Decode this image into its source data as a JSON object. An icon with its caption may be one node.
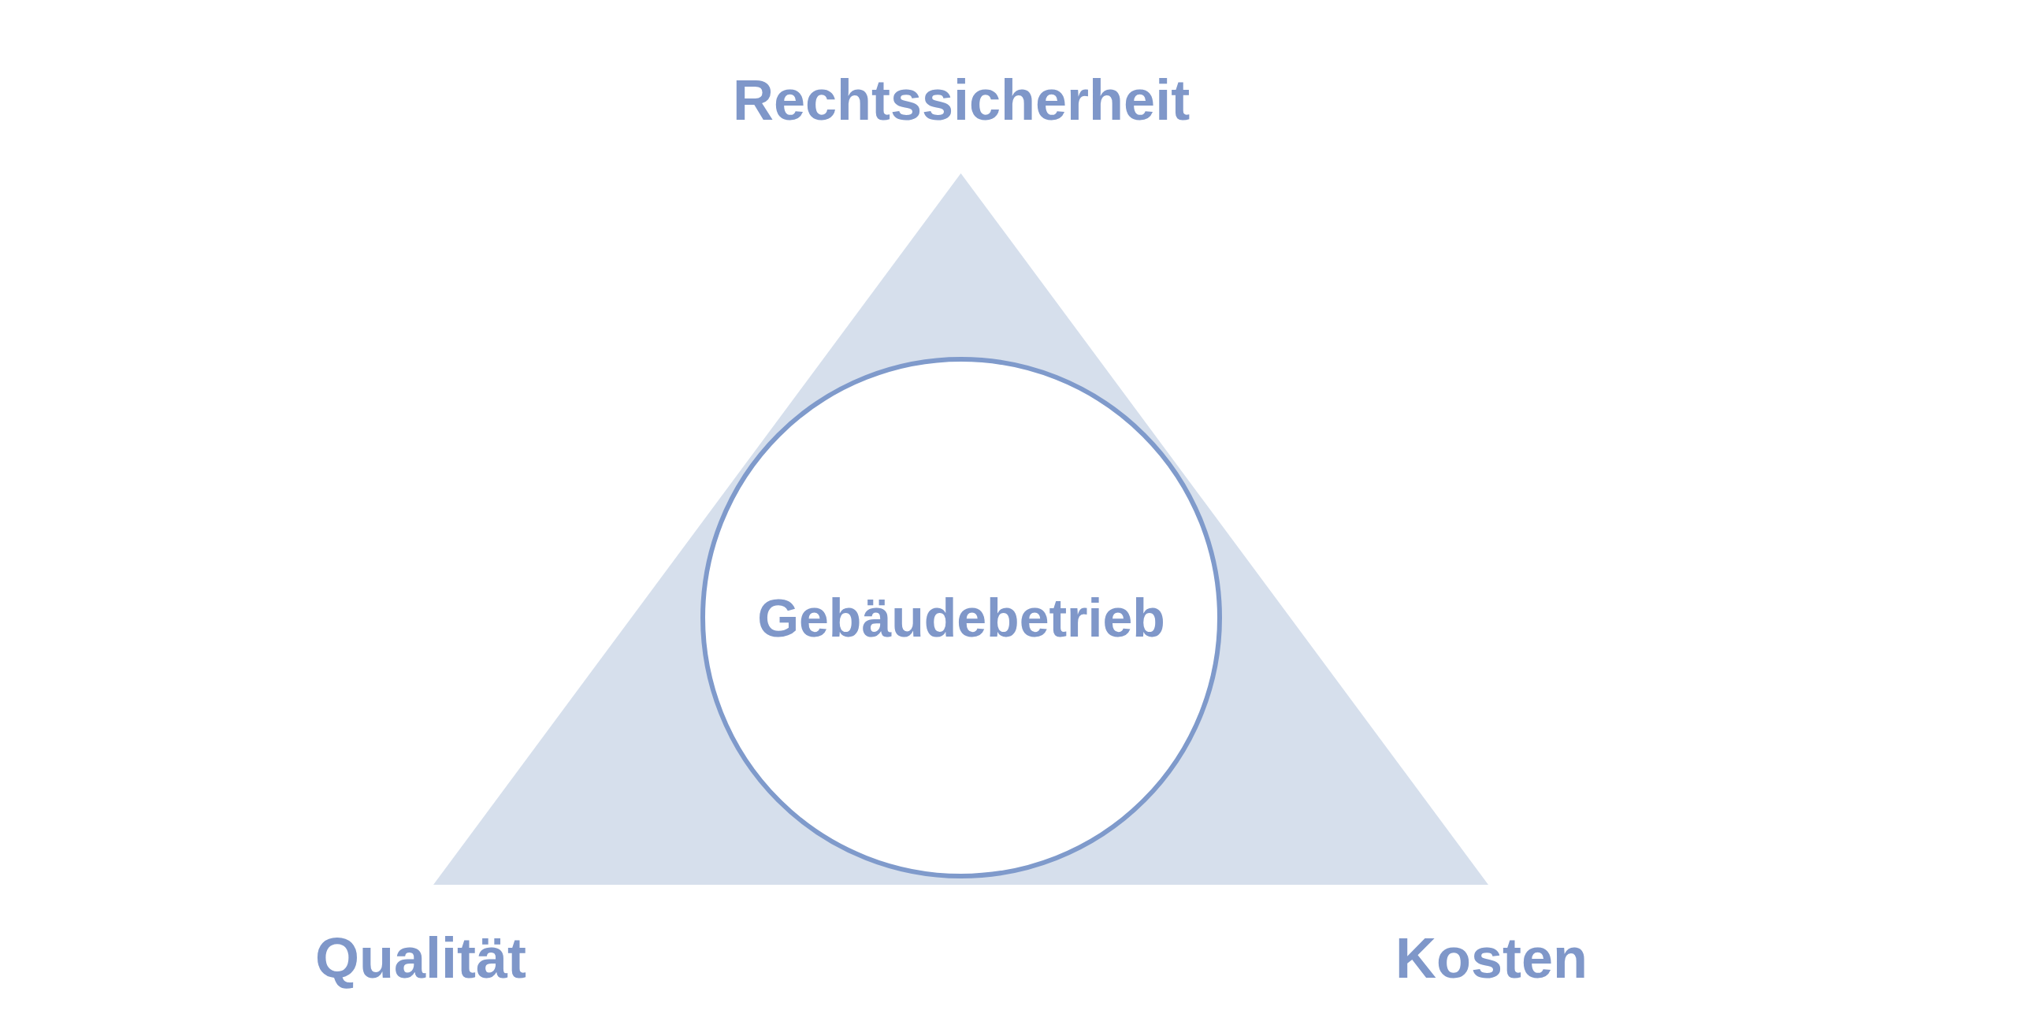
{
  "diagram": {
    "nodes": [
      {
        "text": [],
        "shape": "triangle"
      },
      {
        "text": [
          "Gebäudebetrieb"
        ],
        "in": 0
      }
    ],
    "labels": [
      "Rechtssicherheit",
      "Qualität",
      "Kosten"
    ]
  }
}
